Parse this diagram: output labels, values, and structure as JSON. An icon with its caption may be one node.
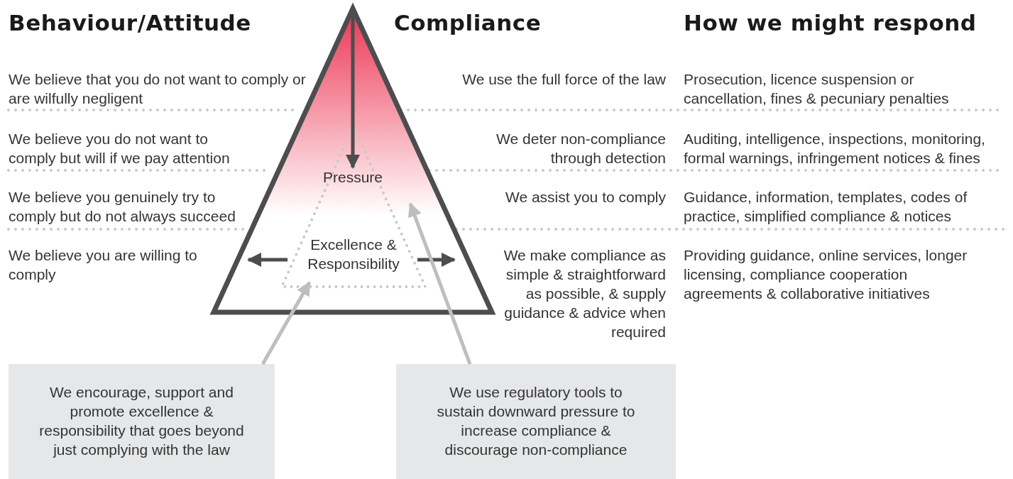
{
  "diagram": {
    "nodes": [
      {
        "text": [],
        "shape": "triangle"
      },
      {
        "text": [
          "Excellence & Responsibility"
        ],
        "in": 0
      },
      {
        "text": [
          "Pressure"
        ],
        "in": 1
      },
      {
        "text": [
          "We encourage, support and promote excellence & responsibility that goes beyond just complying with the law"
        ]
      },
      {
        "text": [
          "We use regulatory tools to sustain downward pressure to increase compliance & discourage non-compliance"
        ]
      }
    ],
    "edges": [
      {
        "from": 0,
        "to": 2,
        "arrow": "to"
      },
      {
        "from": 1,
        "to": 0,
        "arrow": "to"
      },
      {
        "from": 1,
        "to": 0,
        "arrow": "to"
      },
      {
        "from": 3,
        "to": 1,
        "arrow": "to",
        "color": "#bcbec0"
      },
      {
        "from": 4,
        "to": 0,
        "arrow": "to",
        "color": "#bcbec0"
      }
    ],
    "labels": [
      "Behaviour/Attitude",
      "Compliance",
      "How we might respond",
      "We believe that you do not want to comply or are wilfully negligent",
      "We use the full force of the law",
      "Prosecution, licence suspension or cancellation, fines & pecuniary penalties",
      "We believe you do not want to comply but will if we pay attention",
      "We deter non-compliance through detection",
      "Auditing, intelligence, inspections, monitoring, formal warnings, infringement notices & fines",
      "We believe you genuinely try to comply but do not always succeed",
      "We assist you to comply",
      "Guidance, information, templates, codes of practice, simplified compliance & notices",
      "We believe you are willing to comply",
      "We make compliance as simple & straightforward as possible, & supply guidance & advice when required",
      "Providing guidance, online services, longer licensing, compliance cooperation agreements & collaborative initiatives"
    ]
  }
}
